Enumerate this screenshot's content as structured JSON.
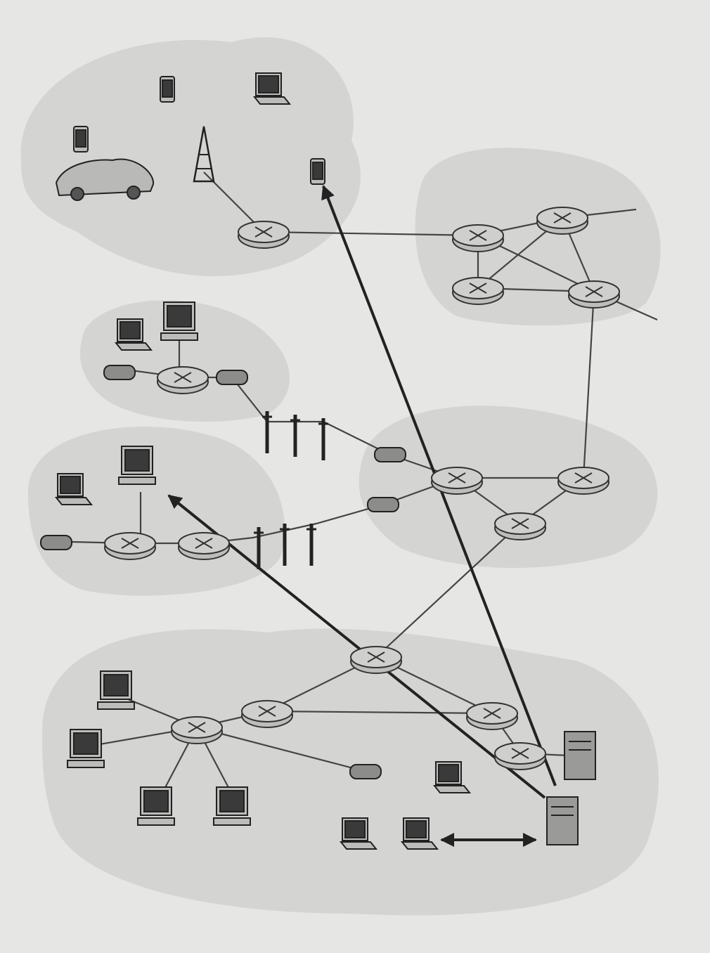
{
  "diagram": {
    "regions": [
      {
        "id": "mobile-network"
      },
      {
        "id": "national-isp"
      },
      {
        "id": "home-network-1"
      },
      {
        "id": "home-network-2"
      },
      {
        "id": "enterprise-network"
      }
    ],
    "node_types": [
      "router",
      "switch",
      "modem",
      "host-pc",
      "laptop",
      "smartphone",
      "server",
      "cell-tower",
      "car",
      "telephone-pole"
    ],
    "arrows": [
      {
        "from": "enterprise-server",
        "to": "mobile-smartphone",
        "direction": "to"
      },
      {
        "from": "enterprise-server",
        "to": "home-pc",
        "direction": "to"
      },
      {
        "from": "enterprise-laptop",
        "to": "enterprise-server",
        "direction": "both"
      }
    ],
    "colors": {
      "background": "#e6e6e4",
      "region": "#d4d4d2",
      "line": "#444444",
      "arrow": "#222222"
    }
  }
}
